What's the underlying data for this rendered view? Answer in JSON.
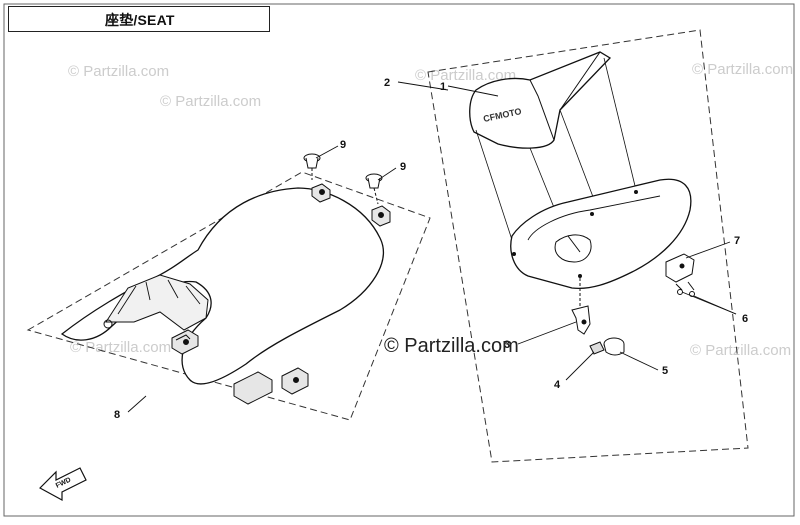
{
  "diagram": {
    "title": "座垫/SEAT",
    "watermark": "© Partzilla.com",
    "watermark_faded": "© Partzilla.com",
    "brand_on_part": "CFMOTO",
    "fwd_label": "FWD",
    "callouts": {
      "c1": "1",
      "c2": "2",
      "c3": "3",
      "c4": "4",
      "c5": "5",
      "c6": "6",
      "c7": "7",
      "c8": "8",
      "c9a": "9",
      "c9b": "9"
    }
  }
}
